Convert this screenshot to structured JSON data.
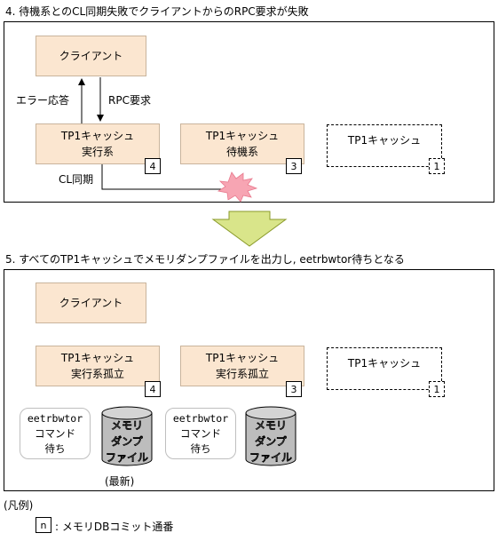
{
  "section4": {
    "heading": "4. 待機系とのCL同期失敗でクライアントからのRPC要求が失敗",
    "client_label": "クライアント",
    "error_response_label": "エラー応答",
    "rpc_request_label": "RPC要求",
    "active_box": {
      "line1": "TP1キャッシュ",
      "line2": "実行系",
      "num": "4"
    },
    "standby_box": {
      "line1": "TP1キャッシュ",
      "line2": "待機系",
      "num": "3"
    },
    "dashed_box": {
      "label": "TP1キャッシュ",
      "num": "1"
    },
    "cl_sync_label": "CL同期"
  },
  "section5": {
    "heading": "5. すべてのTP1キャッシュでメモリダンプファイルを出力し, eetrbwtor待ちとなる",
    "client_label": "クライアント",
    "box_left": {
      "line1": "TP1キャッシュ",
      "line2": "実行系孤立",
      "num": "4"
    },
    "box_right": {
      "line1": "TP1キャッシュ",
      "line2": "実行系孤立",
      "num": "3"
    },
    "dashed_box": {
      "label": "TP1キャッシュ",
      "num": "1"
    },
    "bubble": {
      "line1": "eetrbwtor",
      "line2": "コマンド",
      "line3": "待ち"
    },
    "cylinder": {
      "line1": "メモリ",
      "line2": "ダンプ",
      "line3": "ファイル"
    },
    "latest_label": "(最新)"
  },
  "legend": {
    "title": "(凡例)",
    "sample_num": "n",
    "description": ": メモリDBコミット通番"
  },
  "colors": {
    "box_fill": "#fbe6d0",
    "arrow_fill": "#d9e58a",
    "explosion": "#f7a5b3",
    "cylinder_fill": "#bdbdbd"
  }
}
